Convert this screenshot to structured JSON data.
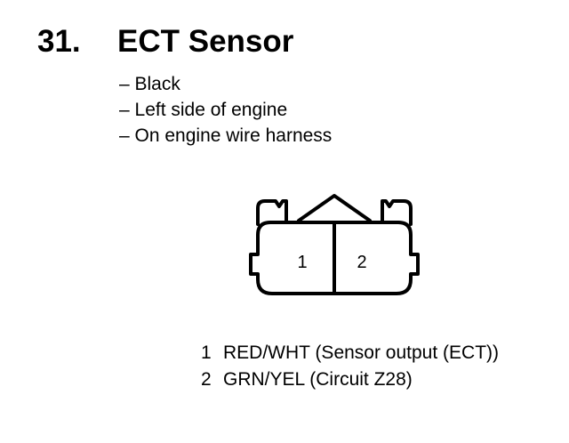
{
  "heading": {
    "number": "31.",
    "title": "ECT Sensor"
  },
  "description": [
    "– Black",
    "– Left side of engine",
    "– On engine wire harness"
  ],
  "connector": {
    "terminal_labels": [
      "1",
      "2"
    ],
    "colors": {
      "stroke": "#000000",
      "fill": "#ffffff"
    }
  },
  "pins": [
    {
      "number": "1",
      "description": "RED/WHT (Sensor output (ECT))"
    },
    {
      "number": "2",
      "description": "GRN/YEL (Circuit Z28)"
    }
  ]
}
